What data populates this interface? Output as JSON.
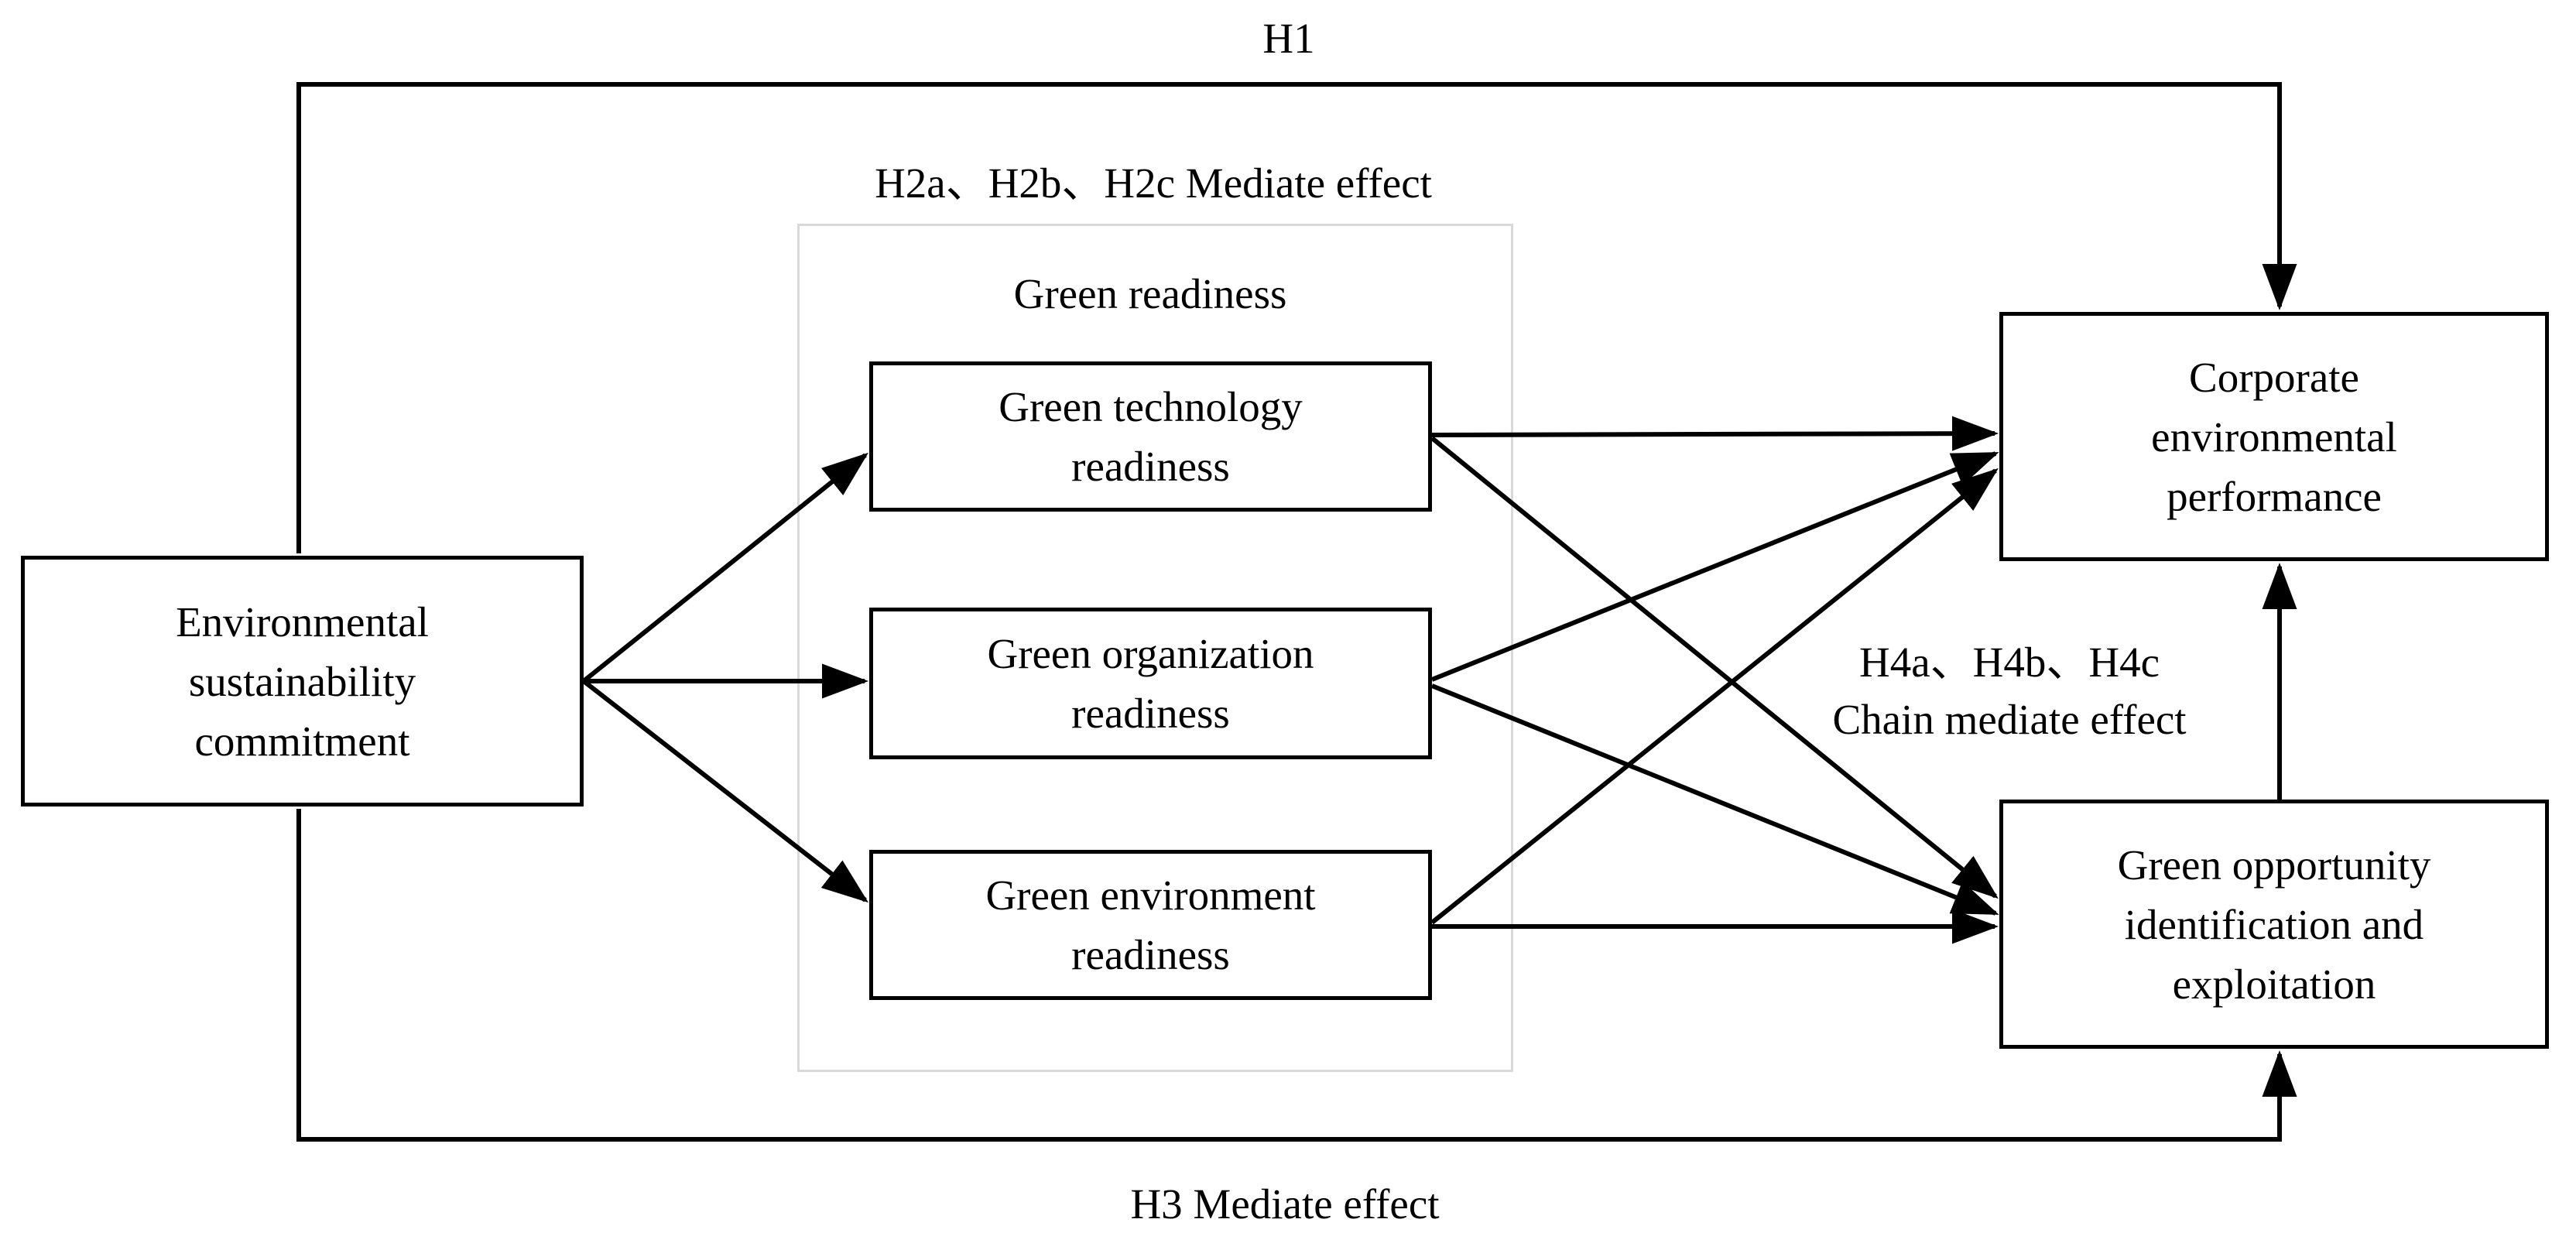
{
  "colors": {
    "line": "#000000",
    "background": "#ffffff",
    "group_border": "#d9d9d9"
  },
  "labels": {
    "h1": "H1",
    "h2_mediate": "H2a、H2b、H2c Mediate effect",
    "h3_mediate": "H3 Mediate effect",
    "h4_chain": {
      "lines": [
        "H4a、H4b、H4c",
        "Chain mediate effect"
      ]
    },
    "group_title": "Green readiness"
  },
  "nodes": {
    "esc": {
      "lines": [
        "Environmental",
        "sustainability",
        "commitment"
      ]
    },
    "gtr": {
      "lines": [
        "Green technology",
        "readiness"
      ]
    },
    "gor": {
      "lines": [
        "Green organization",
        "readiness"
      ]
    },
    "ger": {
      "lines": [
        "Green environment",
        "readiness"
      ]
    },
    "cep": {
      "lines": [
        "Corporate",
        "environmental",
        "performance"
      ]
    },
    "goie": {
      "lines": [
        "Green opportunity",
        "identification and",
        "exploitation"
      ]
    }
  },
  "edges": [
    {
      "from": "esc",
      "to": "cep",
      "label": "H1"
    },
    {
      "from": "esc",
      "to": "goie",
      "label": "H3 Mediate effect"
    },
    {
      "from": "esc",
      "to": "gtr"
    },
    {
      "from": "esc",
      "to": "gor"
    },
    {
      "from": "esc",
      "to": "ger"
    },
    {
      "from": "gtr",
      "to": "cep"
    },
    {
      "from": "gtr",
      "to": "goie"
    },
    {
      "from": "gor",
      "to": "cep"
    },
    {
      "from": "gor",
      "to": "goie"
    },
    {
      "from": "ger",
      "to": "cep"
    },
    {
      "from": "ger",
      "to": "goie"
    },
    {
      "from": "goie",
      "to": "cep"
    }
  ]
}
